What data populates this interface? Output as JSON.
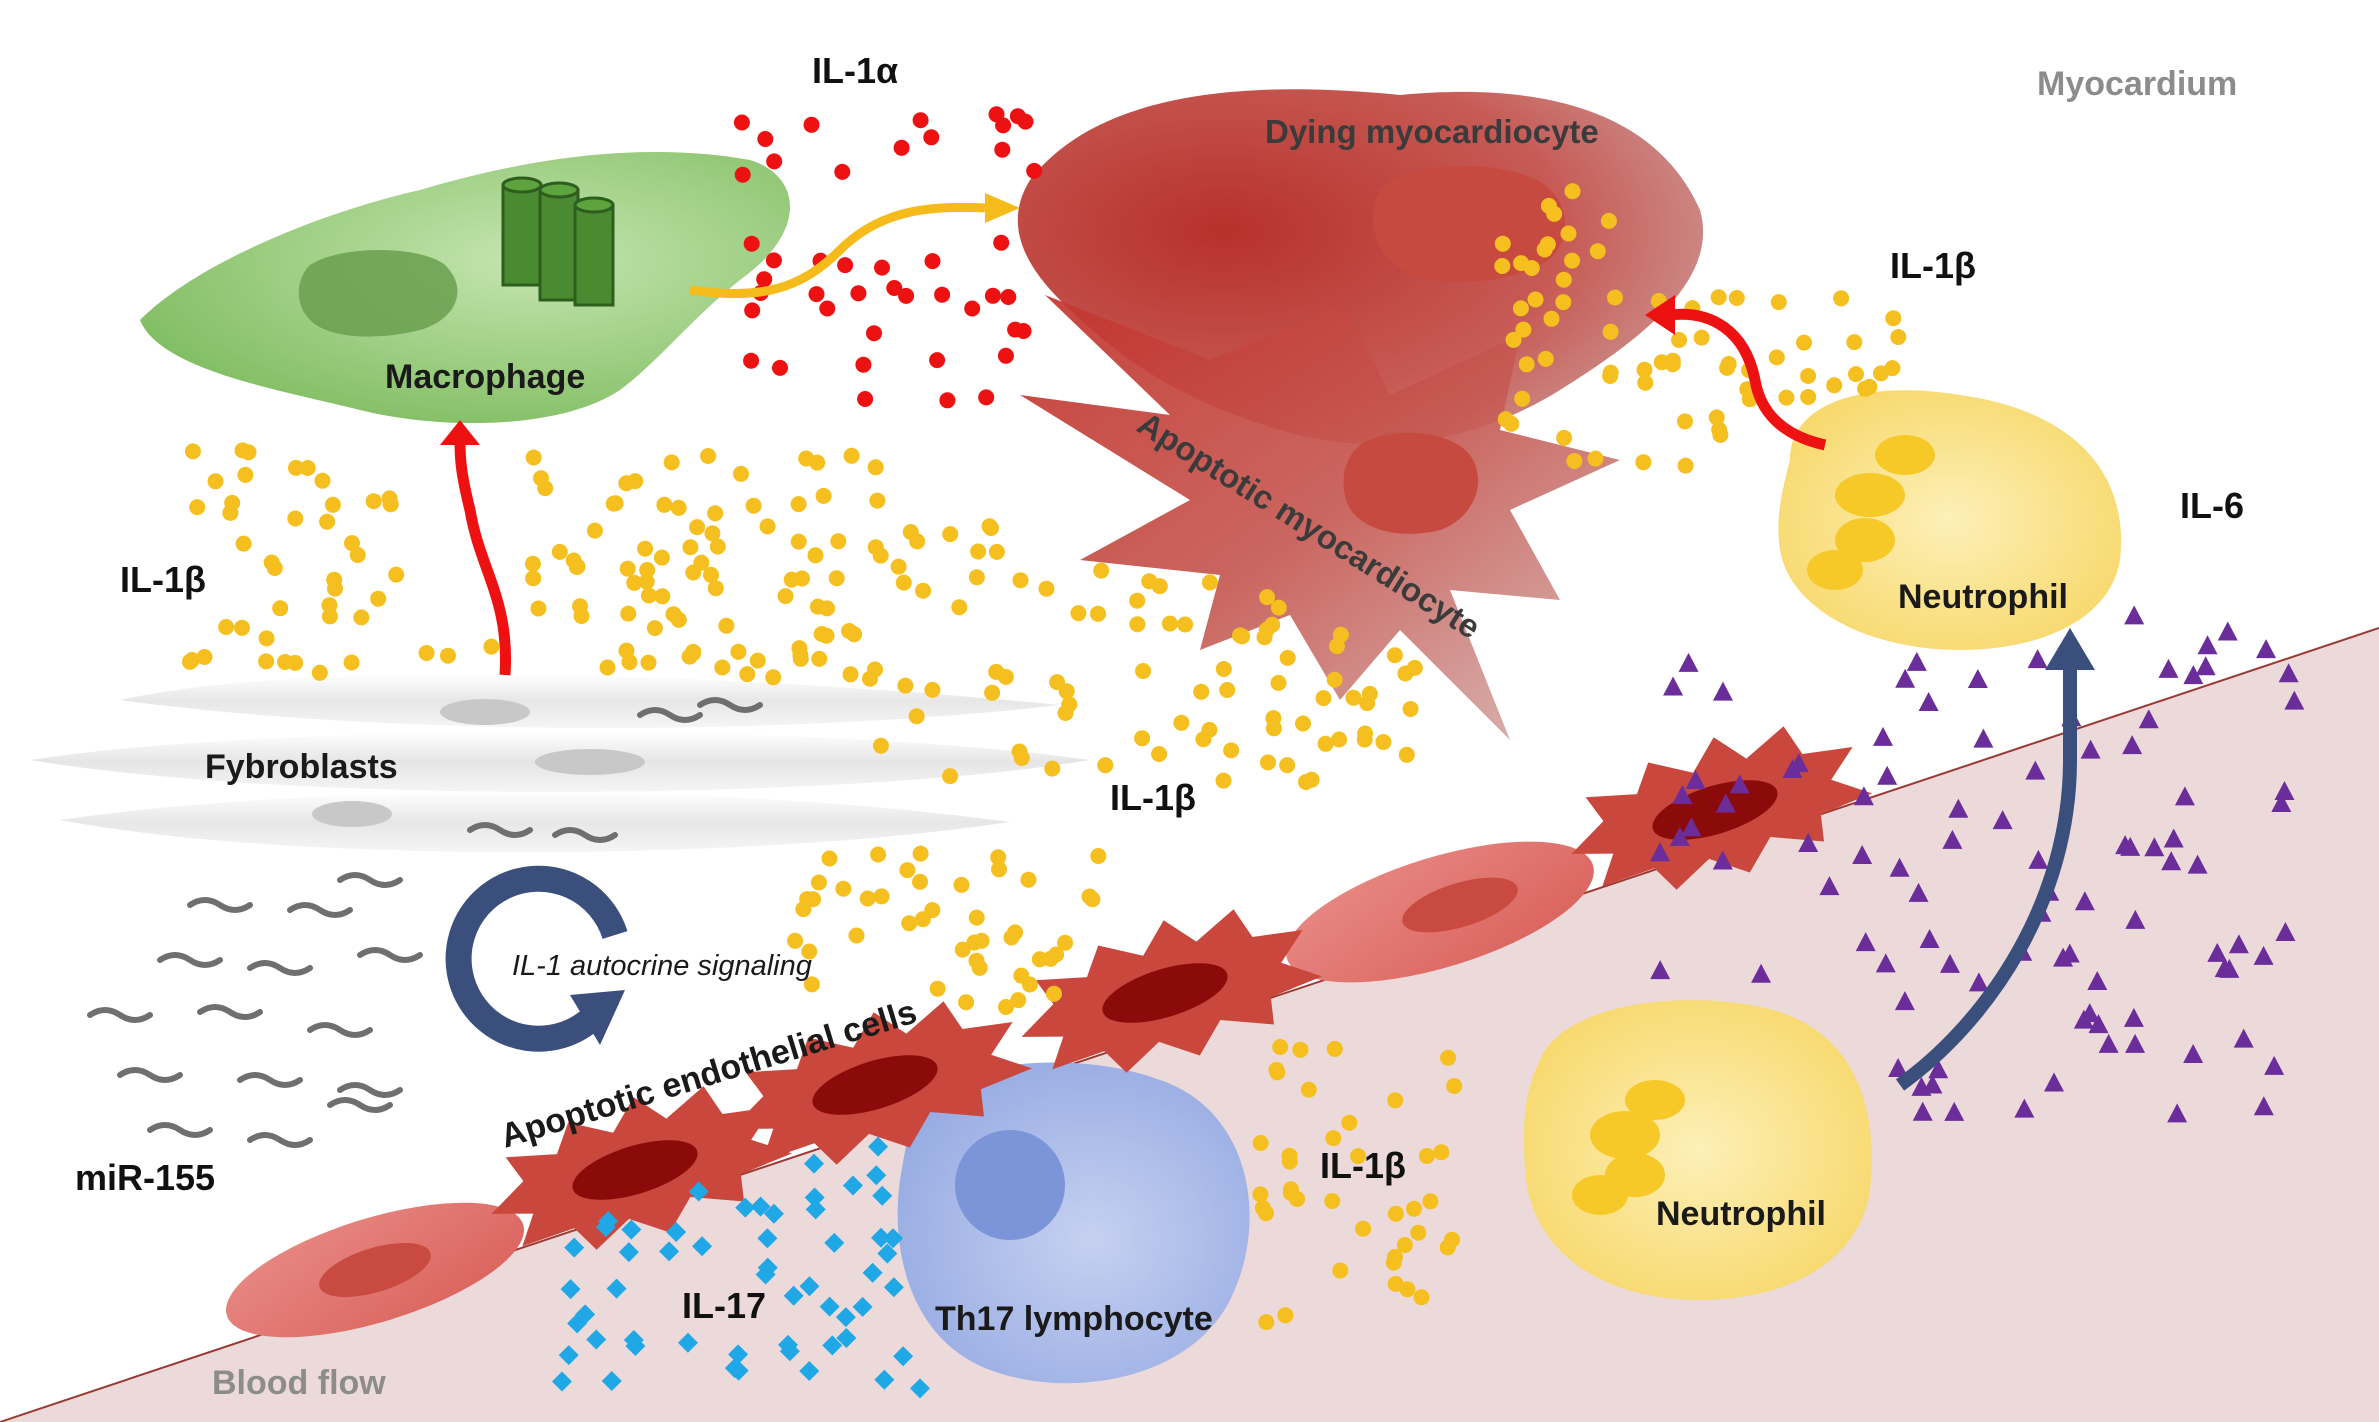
{
  "labels": {
    "myocardium": "Myocardium",
    "blood_flow": "Blood flow",
    "dying_myocardiocyte": "Dying myocardiocyte",
    "apoptotic_myocardiocyte": "Apoptotic myocardiocyte",
    "macrophage": "Macrophage",
    "fybroblasts": "Fybroblasts",
    "neutrophil_top": "Neutrophil",
    "neutrophil_bottom": "Neutrophil",
    "th17": "Th17 lymphocyte",
    "apoptotic_endothelial": "Apoptotic endothelial cells",
    "autocrine": "IL-1 autocrine signaling",
    "mir155": "miR-155"
  },
  "cytokines": {
    "il1a": "IL-1α",
    "il1b_top_right": "IL-1β",
    "il1b_left": "IL-1β",
    "il1b_middle": "IL-1β",
    "il1b_bottom": "IL-1β",
    "il6": "IL-6",
    "il17": "IL-17"
  },
  "colors": {
    "il1b_dots": "#f5bf1f",
    "il1a_dots": "#ee1111",
    "il6_triangles": "#6b2d9a",
    "il17_diamonds": "#1fa7e6",
    "blood_region": "#ecdada",
    "macrophage": "#93cc7a",
    "dying_cell": "#c54b44",
    "neutrophil": "#fbe39a",
    "th17": "#aebde9",
    "endothelial": "#c9473c",
    "arrow_red": "#ee1111",
    "arrow_yellow": "#f5bb1a",
    "arrow_blue": "#3b4f7c"
  }
}
